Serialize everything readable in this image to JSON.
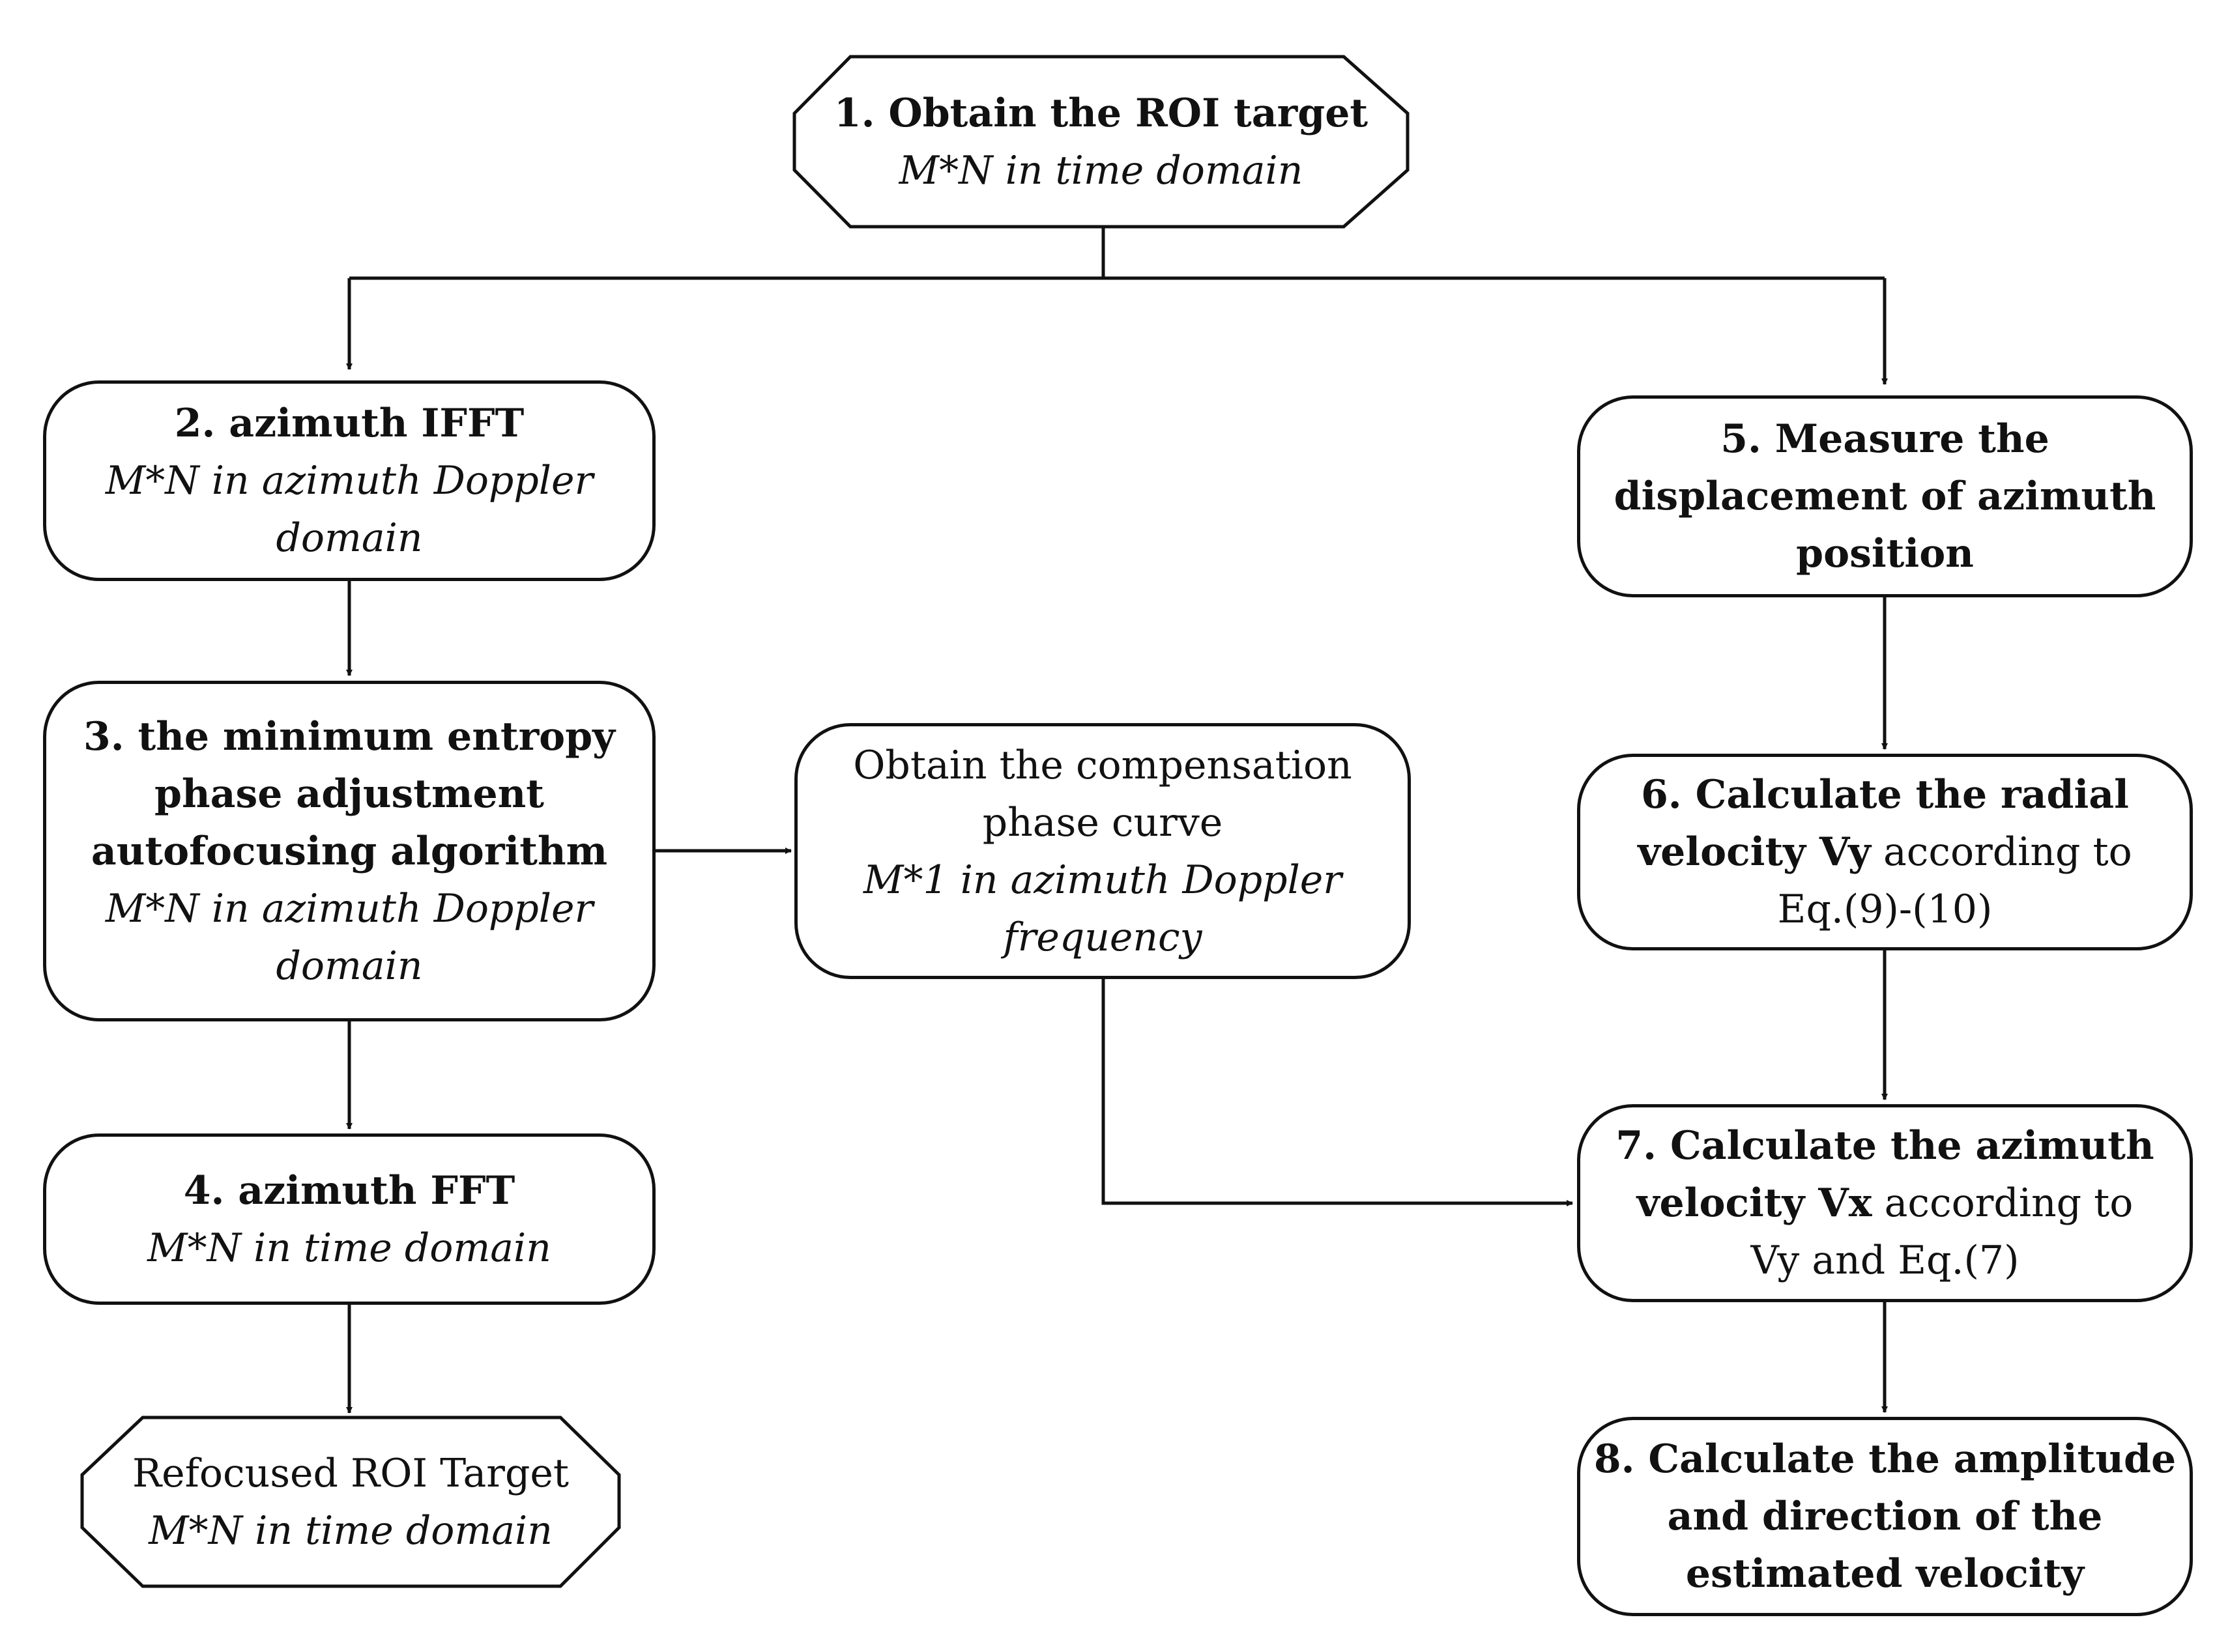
{
  "nodes": {
    "n1": {
      "line1": "1. Obtain the ROI target",
      "line2": "M*N in time domain"
    },
    "n2": {
      "line1": "2. azimuth IFFT",
      "line2": "M*N in azimuth Doppler",
      "line3": "domain"
    },
    "n3": {
      "line1": "3. the minimum entropy",
      "line2": "phase adjustment",
      "line3": "autofocusing algorithm",
      "line4": "M*N in azimuth Doppler",
      "line5": "domain"
    },
    "n4": {
      "line1": "4. azimuth FFT",
      "line2": "M*N in time domain"
    },
    "refocused": {
      "line1": "Refocused ROI Target",
      "line2": "M*N in time domain"
    },
    "comp": {
      "line1": "Obtain the compensation",
      "line2": "phase curve",
      "line3": "M*1 in azimuth Doppler",
      "line4": "frequency"
    },
    "n5": {
      "line1": "5. Measure the",
      "line2": "displacement of azimuth",
      "line3": "position"
    },
    "n6": {
      "line1": "6. Calculate the radial",
      "line2_bold": "velocity Vy",
      "line2_rest": " according to",
      "line3": "Eq.(9)-(10)"
    },
    "n7": {
      "line1": "7. Calculate the azimuth",
      "line2_bold": "velocity Vx",
      "line2_rest": " according to",
      "line3": "Vy and Eq.(7)"
    },
    "n8": {
      "line1": "8. Calculate the amplitude",
      "line2": "and direction of the",
      "line3": "estimated velocity"
    }
  }
}
